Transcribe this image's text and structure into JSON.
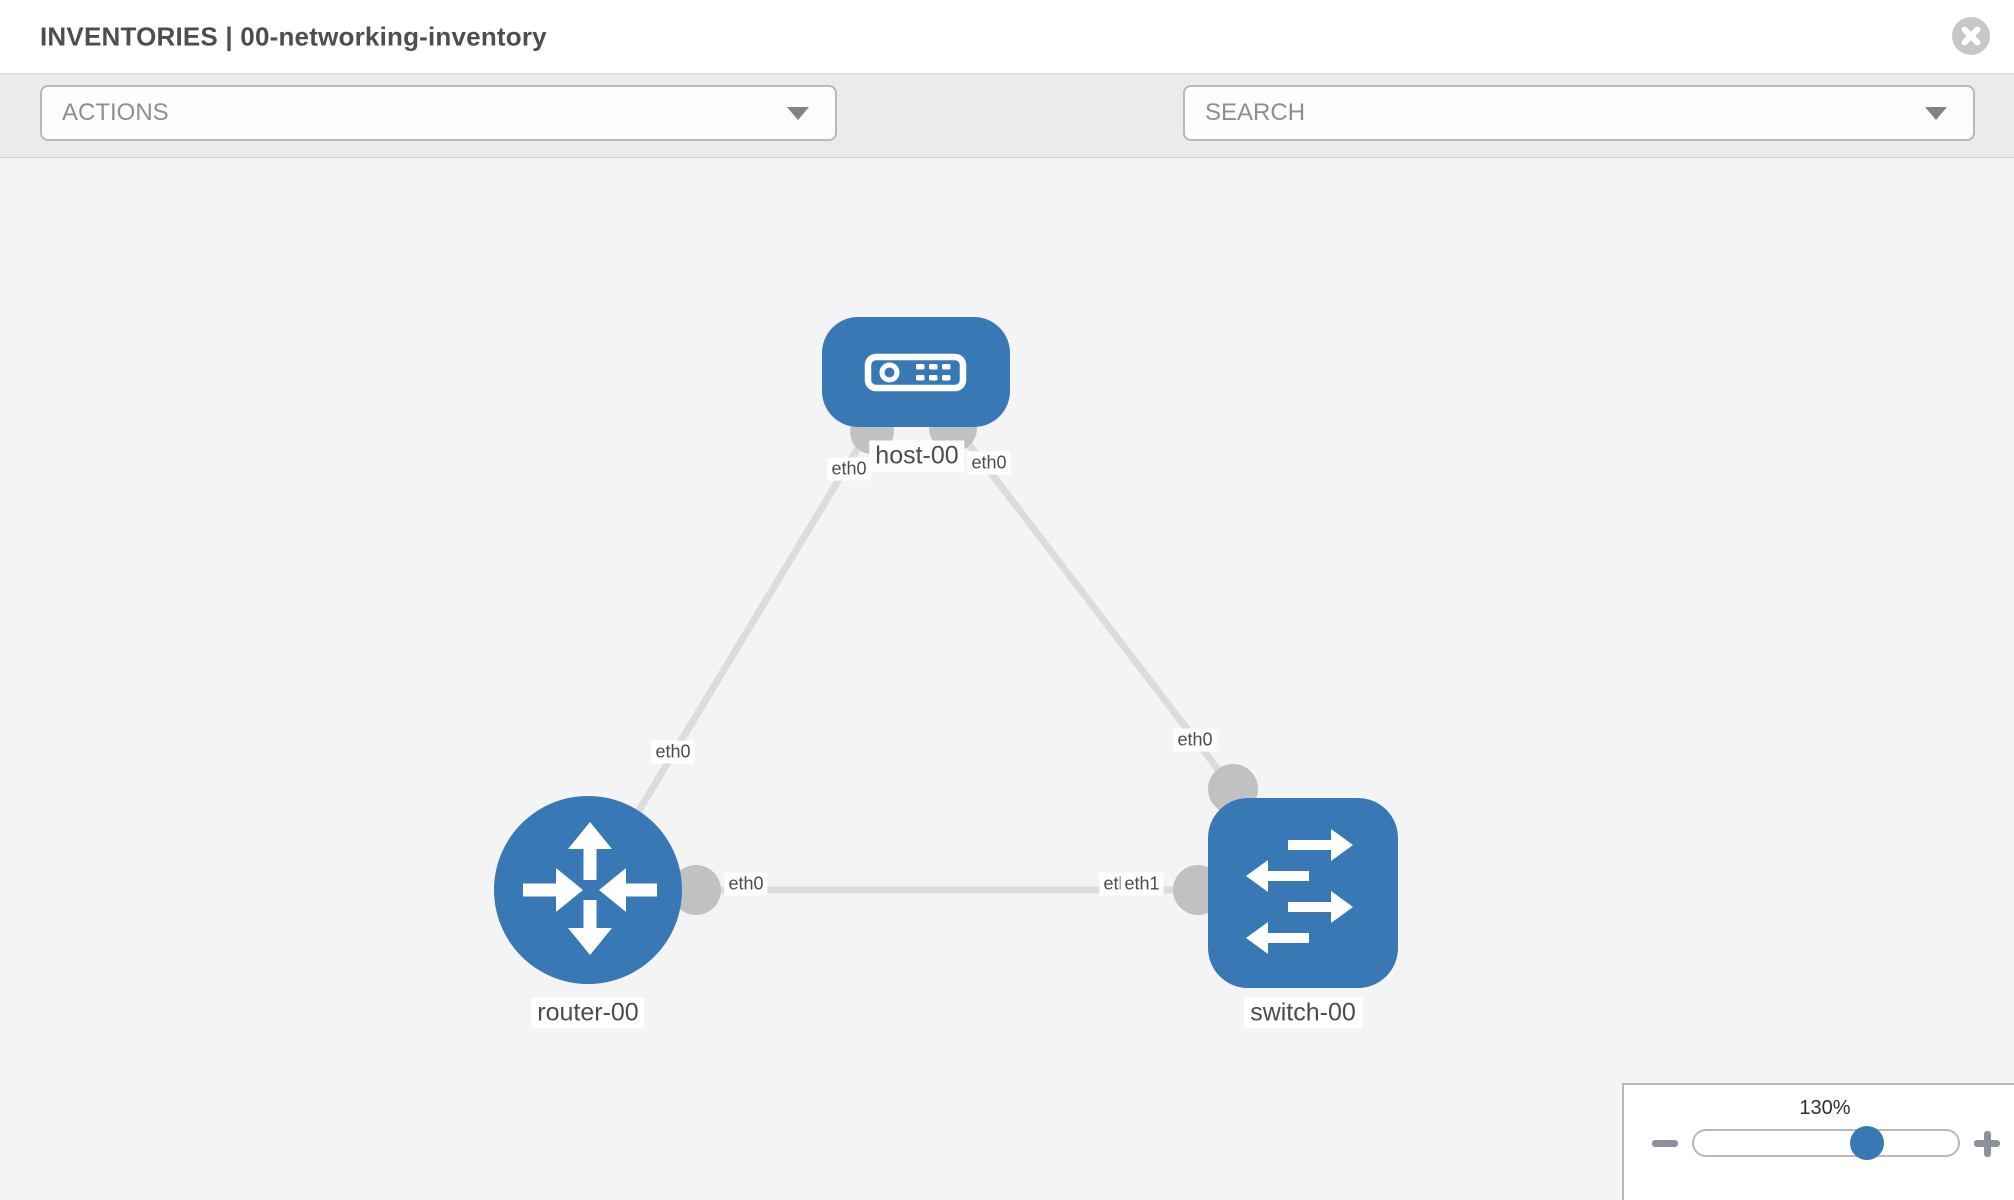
{
  "header": {
    "title": "INVENTORIES | 00-networking-inventory"
  },
  "toolbar": {
    "actions_label": "ACTIONS",
    "search_placeholder": "SEARCH"
  },
  "icons": {
    "close": "circle-x",
    "tools": "wrench",
    "credentials": "key",
    "dropdown_caret": "chevron-down",
    "zoom_out": "minus",
    "zoom_in": "plus"
  },
  "diagram": {
    "nodes": [
      {
        "id": "host-00",
        "type": "host",
        "label": "host-00"
      },
      {
        "id": "router-00",
        "type": "router",
        "label": "router-00"
      },
      {
        "id": "switch-00",
        "type": "switch",
        "label": "switch-00"
      }
    ],
    "links": [
      {
        "from": "host-00",
        "from_interface": "eth0",
        "to": "router-00",
        "to_interface": "eth0"
      },
      {
        "from": "host-00",
        "from_interface": "eth0",
        "to": "switch-00",
        "to_interface": "eth0"
      },
      {
        "from": "router-00",
        "from_interface": "eth0",
        "to": "switch-00",
        "to_interface": "eth1",
        "overlapped_label": "eth0"
      }
    ],
    "colors": {
      "node_fill": "#3778b5",
      "link": "#dcdcdc",
      "connector": "#c1c1c1",
      "canvas_background": "#f4f4f4"
    }
  },
  "zoom_control": {
    "level_label": "130%",
    "level_percent": 130
  }
}
